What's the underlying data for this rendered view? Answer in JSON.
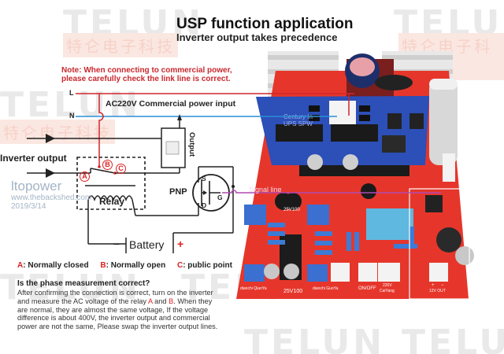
{
  "watermarks": {
    "brand": "TELUN",
    "brand_cn": "特仑电子科技"
  },
  "header": {
    "title": "USP function application",
    "subtitle": "Inverter output takes precedence"
  },
  "note": {
    "line1": "Note: When connecting to commercial power,",
    "line2": "please carefully check the link line is correct."
  },
  "diagram": {
    "line_L": "L",
    "line_N": "N",
    "ac_input": "AC220V Commercial power input",
    "inverter_output": "Inverter output",
    "output": "Output",
    "relay": "Relay",
    "point_a": "A",
    "point_b": "B",
    "point_c": "C",
    "transistor": "PNP",
    "pin_s": "S",
    "pin_d": "D",
    "pin_g": "G",
    "signal_line": "Signal line",
    "battery": "Battery",
    "battery_minus": "−",
    "battery_plus": "+",
    "colors": {
      "live": "#d0262d",
      "neutral": "#2a8fd6",
      "signal": "#b04ab0",
      "wire": "#222222"
    }
  },
  "watermark_overlay": {
    "name": "ltopower",
    "url": "www.thebackshed.com",
    "date": "2019/3/14"
  },
  "legend": {
    "a_key": "A",
    "a_text": ": Normally closed",
    "b_key": "B",
    "b_text": ": Normally open",
    "c_key": "C",
    "c_text": ": public point"
  },
  "explanation": {
    "question": "Is the phase measurement correct?",
    "p1": "After confirming the connection is correct, turn on the inverter and measure the AC voltage of the relay ",
    "p1_a": "A",
    "p1_and": " and ",
    "p1_b": "B",
    "p1_end": ".",
    "p2": "When they are normal, they are almost the same voltage, If the voltage difference is about 400V, the inverter output and commercial power are not the same, Please swap the inverter output lines."
  },
  "board": {
    "module_label1": "Century In",
    "module_label2": "UPS SPW",
    "cap1": "25V100",
    "cap2": "25V100",
    "pot1": "dianchi QianYa",
    "pot2": "dianchi GuoYa",
    "conn_onoff": "ON/OFF",
    "conn_220v": "220V",
    "conn_caiyang": "CaiYang",
    "conn_12v": "12V OUT",
    "conn_plus": "+",
    "conn_minus": "−"
  }
}
